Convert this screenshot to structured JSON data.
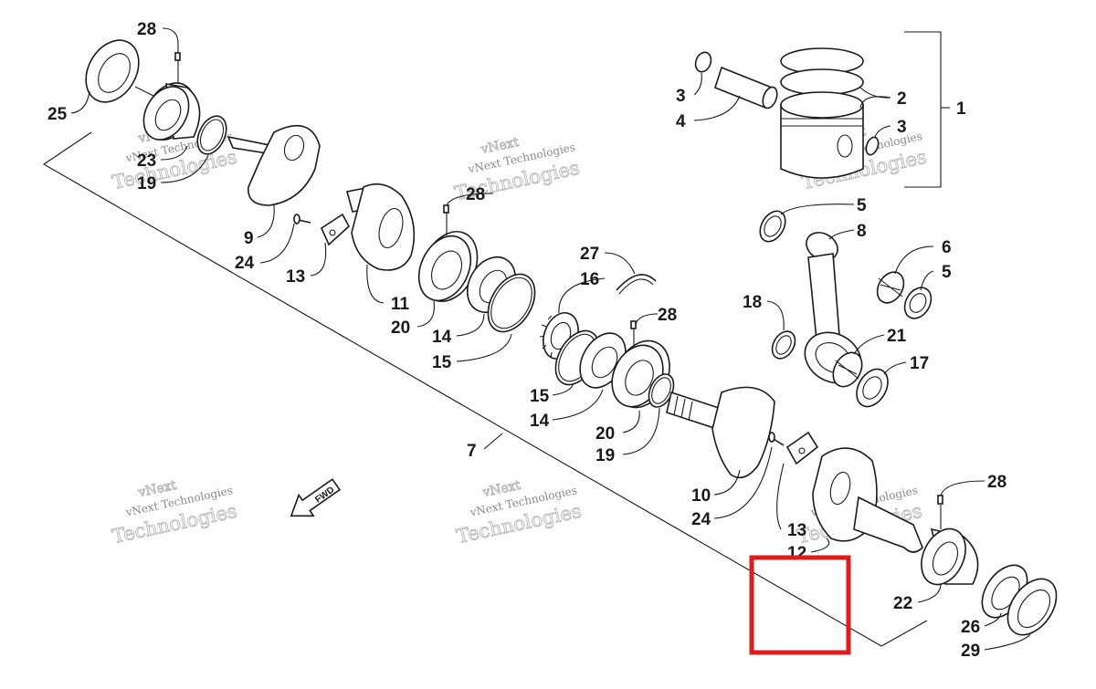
{
  "diagram": {
    "callouts": [
      {
        "id": "c28a",
        "text": "28"
      },
      {
        "id": "c25",
        "text": "25"
      },
      {
        "id": "c23",
        "text": "23"
      },
      {
        "id": "c19a",
        "text": "19"
      },
      {
        "id": "c9",
        "text": "9"
      },
      {
        "id": "c24a",
        "text": "24"
      },
      {
        "id": "c13a",
        "text": "13"
      },
      {
        "id": "c28b",
        "text": "28"
      },
      {
        "id": "c11",
        "text": "11"
      },
      {
        "id": "c20a",
        "text": "20"
      },
      {
        "id": "c14a",
        "text": "14"
      },
      {
        "id": "c15a",
        "text": "15"
      },
      {
        "id": "c27",
        "text": "27"
      },
      {
        "id": "c16",
        "text": "16"
      },
      {
        "id": "c28c",
        "text": "28"
      },
      {
        "id": "c15b",
        "text": "15"
      },
      {
        "id": "c14b",
        "text": "14"
      },
      {
        "id": "c20b",
        "text": "20"
      },
      {
        "id": "c19b",
        "text": "19"
      },
      {
        "id": "c7",
        "text": "7"
      },
      {
        "id": "c10",
        "text": "10"
      },
      {
        "id": "c24b",
        "text": "24"
      },
      {
        "id": "c13b",
        "text": "13"
      },
      {
        "id": "c12",
        "text": "12"
      },
      {
        "id": "c28d",
        "text": "28"
      },
      {
        "id": "c22",
        "text": "22"
      },
      {
        "id": "c26",
        "text": "26"
      },
      {
        "id": "c29",
        "text": "29"
      },
      {
        "id": "c3a",
        "text": "3"
      },
      {
        "id": "c4",
        "text": "4"
      },
      {
        "id": "c2",
        "text": "2"
      },
      {
        "id": "c1",
        "text": "1"
      },
      {
        "id": "c3b",
        "text": "3"
      },
      {
        "id": "c5a",
        "text": "5"
      },
      {
        "id": "c8",
        "text": "8"
      },
      {
        "id": "c6",
        "text": "6"
      },
      {
        "id": "c5b",
        "text": "5"
      },
      {
        "id": "c18",
        "text": "18"
      },
      {
        "id": "c21",
        "text": "21"
      },
      {
        "id": "c17",
        "text": "17"
      }
    ],
    "fwd_label": "FWD",
    "watermarks": [
      {
        "line1": "vNext",
        "line2": "vNext Technologies",
        "line3": "Technologies"
      },
      {
        "line1": "vNext",
        "line2": "vNext Technologies",
        "line3": "Technologies"
      },
      {
        "line1": "vNext",
        "line2": "vNext Technologies",
        "line3": "Technologies"
      },
      {
        "line1": "vNext",
        "line2": "vNext Technologies",
        "line3": "Technologies"
      },
      {
        "line1": "vNext",
        "line2": "vNext Technologies",
        "line3": "Technologies"
      },
      {
        "line1": "vNext",
        "line2": "vNext Technologies",
        "line3": "Technologies"
      }
    ],
    "highlight_color": "#e01b1b",
    "line_color": "#1a1a1a"
  }
}
